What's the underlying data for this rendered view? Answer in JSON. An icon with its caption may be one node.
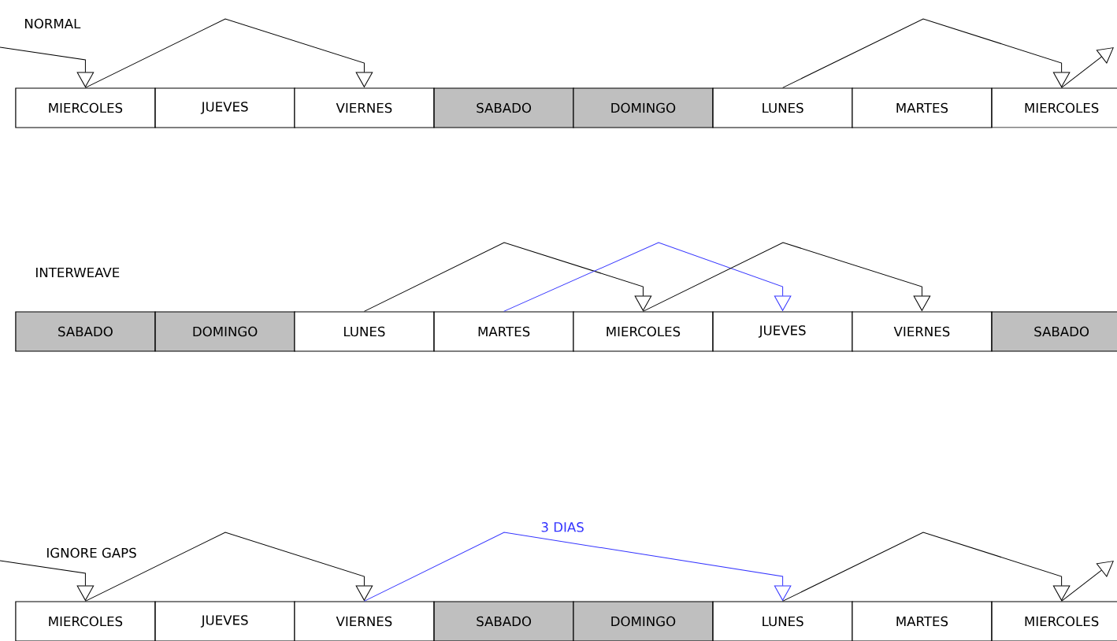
{
  "diagram": {
    "nodes": [
      {
        "text": [
          "MIERCOLES"
        ]
      },
      {
        "text": [
          "JUEVES"
        ]
      },
      {
        "text": [
          "VIERNES"
        ]
      },
      {
        "text": [
          "SABADO"
        ]
      },
      {
        "text": [
          "DOMINGO"
        ]
      },
      {
        "text": [
          "LUNES"
        ]
      },
      {
        "text": [
          "MARTES"
        ]
      },
      {
        "text": [
          "MIERCOLES"
        ]
      },
      {
        "text": [
          "SABADO"
        ]
      },
      {
        "text": [
          "DOMINGO"
        ]
      },
      {
        "text": [
          "LUNES"
        ]
      },
      {
        "text": [
          "MARTES"
        ]
      },
      {
        "text": [
          "MIERCOLES"
        ]
      },
      {
        "text": [
          "JUEVES"
        ]
      },
      {
        "text": [
          "VIERNES"
        ]
      },
      {
        "text": [
          "SABADO"
        ]
      },
      {
        "text": [
          "MIERCOLES"
        ]
      },
      {
        "text": [
          "JUEVES"
        ]
      },
      {
        "text": [
          "VIERNES"
        ]
      },
      {
        "text": [
          "SABADO"
        ]
      },
      {
        "text": [
          "DOMINGO"
        ]
      },
      {
        "text": [
          "LUNES"
        ]
      },
      {
        "text": [
          "MARTES"
        ]
      },
      {
        "text": [
          "MIERCOLES"
        ]
      }
    ],
    "edges": [
      {
        "from": null,
        "to": 0,
        "arrow": "to"
      },
      {
        "from": 0,
        "to": 2,
        "arrow": "to"
      },
      {
        "from": 5,
        "to": 7,
        "arrow": "to"
      },
      {
        "from": 7,
        "to": null,
        "arrow": "to"
      },
      {
        "from": 10,
        "to": 12,
        "arrow": "to"
      },
      {
        "from": 11,
        "to": 13,
        "arrow": "to",
        "color": "#3333ff"
      },
      {
        "from": 12,
        "to": 14,
        "arrow": "to"
      },
      {
        "from": null,
        "to": 16,
        "arrow": "to"
      },
      {
        "from": 16,
        "to": 18,
        "arrow": "to"
      },
      {
        "from": 18,
        "to": 21,
        "arrow": "to",
        "label": "3 DIAS",
        "color": "#3333ff"
      },
      {
        "from": 21,
        "to": 23,
        "arrow": "to"
      },
      {
        "from": 23,
        "to": null,
        "arrow": "to"
      }
    ],
    "labels": [
      "NORMAL",
      "INTERWEAVE",
      "IGNORE GAPS"
    ]
  }
}
